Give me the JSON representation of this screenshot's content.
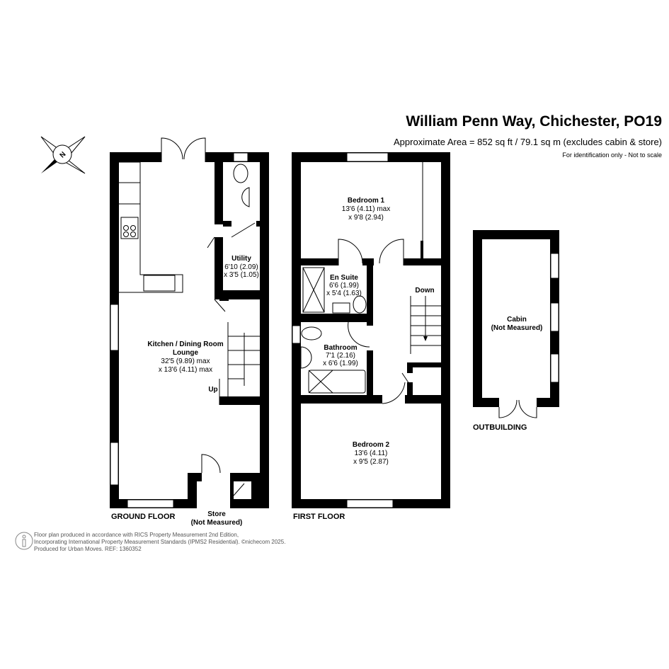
{
  "header": {
    "title": "William Penn Way, Chichester, PO19",
    "area": "Approximate Area = 852 sq ft / 79.1 sq m (excludes cabin & store)",
    "note": "For identification only - Not to scale"
  },
  "compass": {
    "label": "N"
  },
  "ground_floor": {
    "label": "GROUND FLOOR",
    "kitchen": {
      "name1": "Kitchen / Dining Room",
      "name2": "Lounge",
      "dim1": "32'5 (9.89) max",
      "dim2": "x 13'6 (4.11) max"
    },
    "utility": {
      "name": "Utility",
      "dim1": "6'10 (2.09)",
      "dim2": "x 3'5 (1.05)"
    },
    "stairs": "Up",
    "store": {
      "name": "Store",
      "note": "(Not Measured)"
    }
  },
  "first_floor": {
    "label": "FIRST FLOOR",
    "bedroom1": {
      "name": "Bedroom 1",
      "dim1": "13'6 (4.11) max",
      "dim2": "x 9'8 (2.94)"
    },
    "ensuite": {
      "name": "En Suite",
      "dim1": "6'6 (1.99)",
      "dim2": "x 5'4 (1.63)"
    },
    "bathroom": {
      "name": "Bathroom",
      "dim1": "7'1 (2.16)",
      "dim2": "x 6'6 (1.99)"
    },
    "bedroom2": {
      "name": "Bedroom 2",
      "dim1": "13'6 (4.11)",
      "dim2": "x 9'5 (2.87)"
    },
    "stairs": "Down"
  },
  "outbuilding": {
    "label": "OUTBUILDING",
    "cabin": {
      "name": "Cabin",
      "note": "(Not Measured)"
    }
  },
  "footer": {
    "line1": "Floor plan produced in accordance with RICS Property Measurement 2nd Edition,",
    "line2": "Incorporating International Property Measurement Standards (IPMS2 Residential).   ©nichecom 2025.",
    "line3": "Produced for Urban Moves.   REF: 1360352"
  }
}
